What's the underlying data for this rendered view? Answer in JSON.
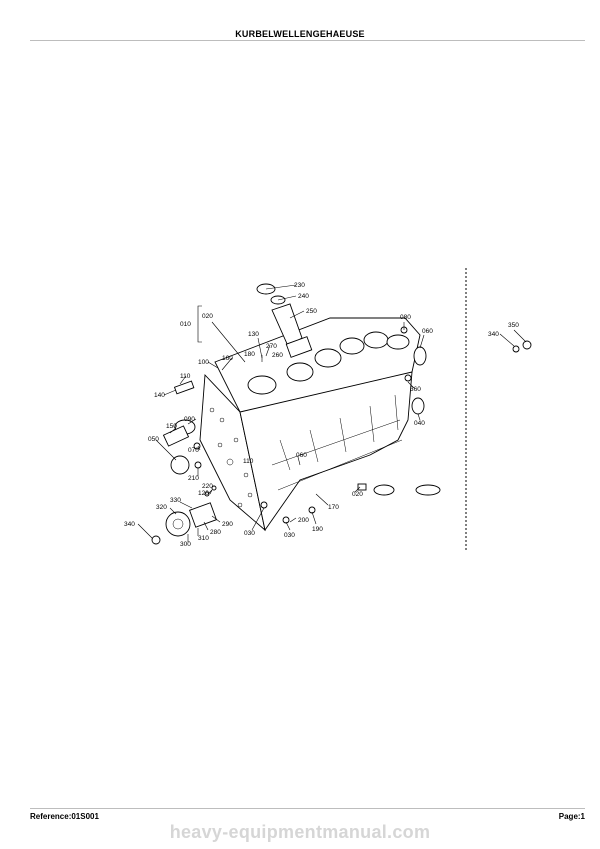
{
  "header": {
    "title": "KURBELWELLENGEHAEUSE"
  },
  "footer": {
    "reference": "Reference:01S001",
    "page": "Page:1"
  },
  "watermark": "heavy-equipmentmanual.com",
  "callouts": [
    "230",
    "240",
    "250",
    "080",
    "060",
    "010",
    "020",
    "130",
    "270",
    "260",
    "180",
    "100",
    "160",
    "110",
    "140",
    "090",
    "150",
    "050",
    "070",
    "210",
    "110",
    "060",
    "360",
    "040",
    "220",
    "120",
    "330",
    "320",
    "340",
    "290",
    "280",
    "310",
    "300",
    "030",
    "030",
    "200",
    "190",
    "170",
    "020",
    "340",
    "350"
  ]
}
